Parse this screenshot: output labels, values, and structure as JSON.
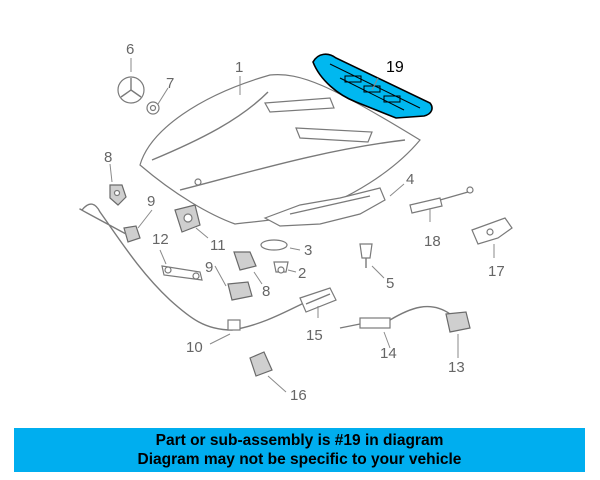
{
  "diagram": {
    "highlight_color": "#00b8f0",
    "callouts": {
      "c1": "1",
      "c2": "2",
      "c3": "3",
      "c4": "4",
      "c5": "5",
      "c6": "6",
      "c7": "7",
      "c8a": "8",
      "c8b": "8",
      "c9a": "9",
      "c9b": "9",
      "c10": "10",
      "c11": "11",
      "c12": "12",
      "c13": "13",
      "c14": "14",
      "c15": "15",
      "c16": "16",
      "c17": "17",
      "c18": "18",
      "c19": "19"
    }
  },
  "banner": {
    "color": "#00aeef",
    "line1": "Part or sub-assembly is #19 in diagram",
    "line2": "Diagram may not be specific to your vehicle"
  }
}
